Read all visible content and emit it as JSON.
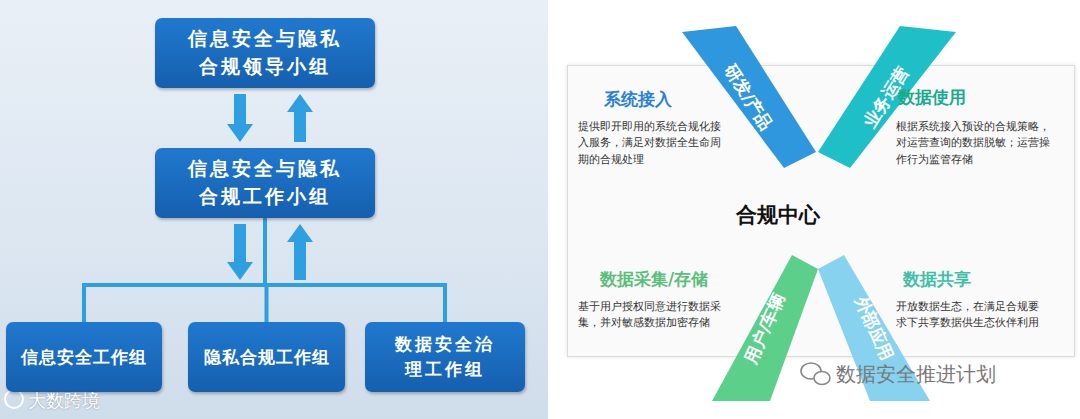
{
  "diagram": {
    "nodes": [
      {
        "text": [
          "信息安全与隐私 合规领导小组"
        ]
      },
      {
        "text": [
          "信息安全与隐私 合规工作小组"
        ]
      },
      {
        "text": [
          "信息安全工作组"
        ]
      },
      {
        "text": [
          "隐私合规工作组"
        ]
      },
      {
        "text": [
          "数据安全治理工作组"
        ]
      },
      {
        "text": [
          "合规中心"
        ]
      },
      {
        "text": [
          "研发/产品"
        ]
      },
      {
        "text": [
          "业务运营"
        ]
      },
      {
        "text": [
          "用户/车辆"
        ]
      },
      {
        "text": [
          "外部应用"
        ]
      }
    ],
    "edges": [
      {
        "from": 0,
        "to": 1,
        "arrow": "to"
      },
      {
        "from": 1,
        "to": 0,
        "arrow": "to"
      },
      {
        "from": 1,
        "to": 2,
        "arrow": "none"
      },
      {
        "from": 1,
        "to": 3,
        "arrow": "none"
      },
      {
        "from": 1,
        "to": 4,
        "arrow": "none"
      }
    ],
    "labels": [
      "系统接入",
      "提供即开即用的系统合规化接入服务，满足对数据全生命周期的合规处理",
      "数据使用",
      "根据系统接入预设的合规策略，对运营查询的数据脱敏；运营操作行为监管存储",
      "数据采集/存储",
      "基于用户授权同意进行数据采集，并对敏感数据加密存储",
      "数据共享",
      "开放数据生态，在满足合规要求下共享数据供生态伙伴利用",
      "大数跨境",
      "数据安全推进计划"
    ]
  }
}
